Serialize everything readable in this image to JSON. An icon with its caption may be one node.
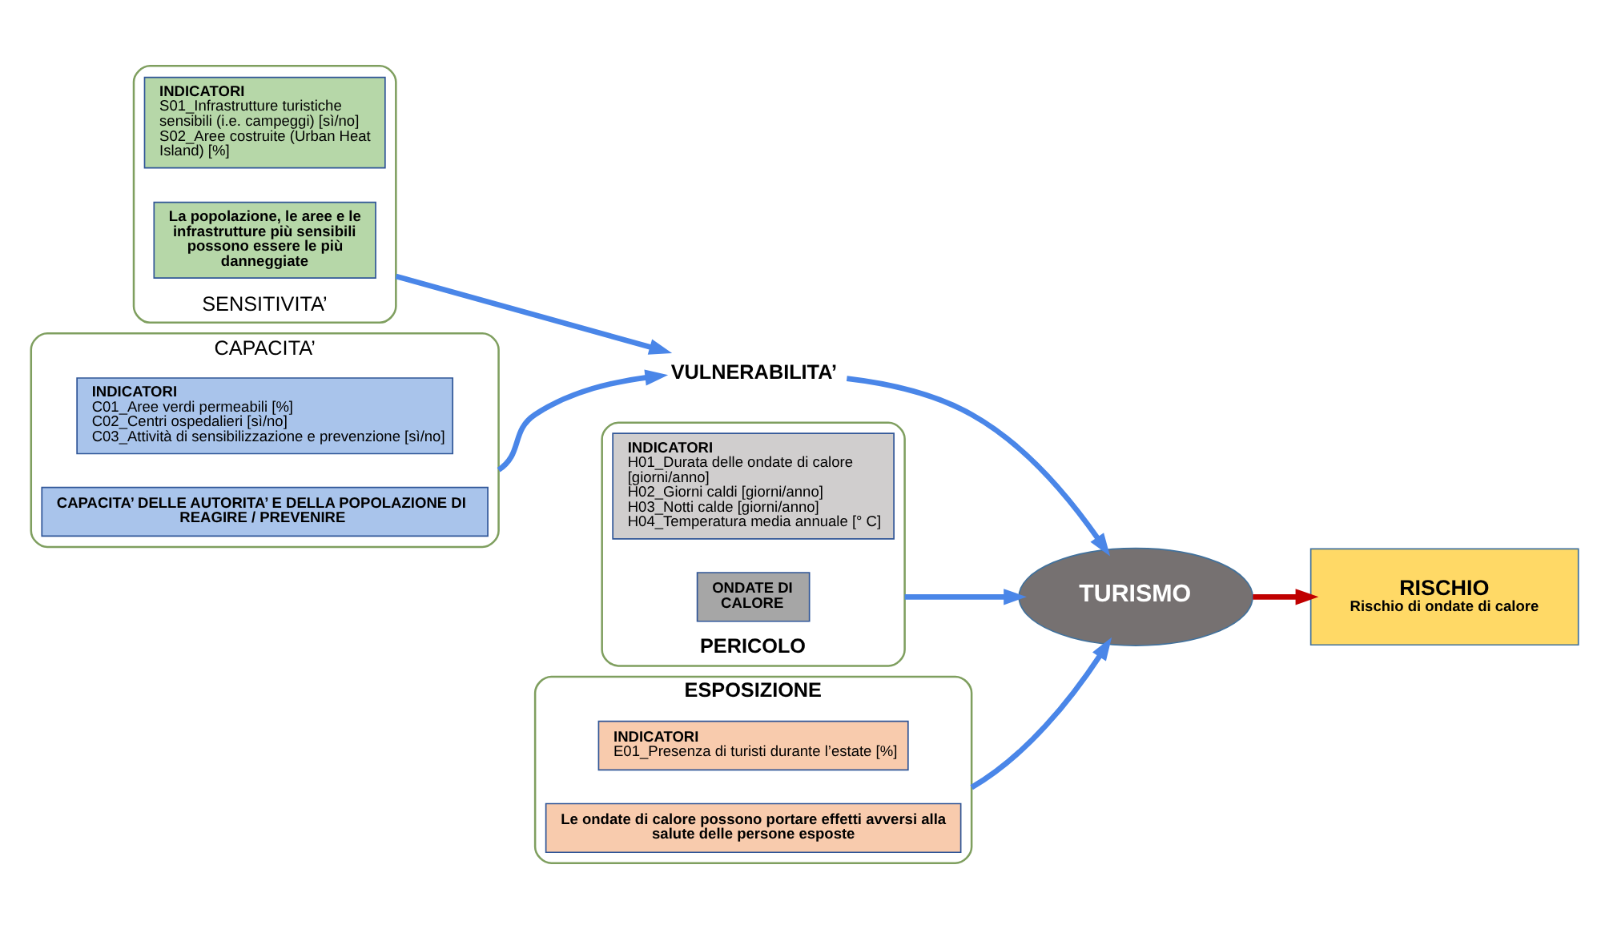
{
  "diagram": {
    "nodes": [
      {
        "text": [
          "SENSITIVITA’"
        ]
      },
      {
        "text": [
          "La popolazione, le aree e le infrastrutture più sensibili possono essere le più danneggiate"
        ],
        "in": 0
      },
      {
        "text": [
          "INDICATORI",
          "S01_Infrastrutture turistiche sensibili (i.e. campeggi) [sì/no]",
          "S02_Aree costruite (Urban Heat Island) [%]"
        ],
        "in": 0
      },
      {
        "text": [
          "CAPACITA’"
        ]
      },
      {
        "text": [
          "CAPACITA’ DELLE AUTORITA’ E DELLA POPOLAZIONE DI REAGIRE / PREVENIRE"
        ],
        "in": 3
      },
      {
        "text": [
          "INDICATORI",
          "C01_Aree verdi permeabili [%]",
          "C02_Centri ospedalieri [sì/no]",
          "C03_Attività di sensibilizzazione e prevenzione [sì/no]"
        ],
        "in": 3
      },
      {
        "text": [
          "PERICOLO"
        ]
      },
      {
        "text": [
          "ONDATE DI CALORE"
        ],
        "in": 6
      },
      {
        "text": [
          "INDICATORI",
          "H01_Durata delle ondate di calore [giorni/anno]",
          "H02_Giorni caldi [giorni/anno]",
          "H03_Notti calde [giorni/anno]",
          "H04_Temperatura media annuale [° C]"
        ],
        "in": 6
      },
      {
        "text": [
          "VULNERABILITA’"
        ]
      },
      {
        "text": [
          "TURISMO"
        ]
      },
      {
        "text": [
          "RISCHIO",
          "Rischio di ondate di calore"
        ]
      },
      {
        "text": [
          "ESPOSIZIONE"
        ]
      },
      {
        "text": [
          "Le ondate di calore possono portare effetti avversi alla salute delle persone esposte"
        ],
        "in": 12
      },
      {
        "text": [
          "INDICATORI",
          "E01_Presenza di turisti durante l’estate [%]"
        ],
        "in": 12
      }
    ],
    "edges": [
      {
        "from": 0,
        "to": 9,
        "arrow": "to"
      },
      {
        "from": 3,
        "to": 9,
        "arrow": "to"
      },
      {
        "from": 9,
        "to": 10,
        "arrow": "to"
      },
      {
        "from": 6,
        "to": 10,
        "arrow": "to"
      },
      {
        "from": 12,
        "to": 10,
        "arrow": "to"
      },
      {
        "from": 10,
        "to": 11,
        "arrow": "to",
        "color": "#c00000"
      }
    ]
  }
}
